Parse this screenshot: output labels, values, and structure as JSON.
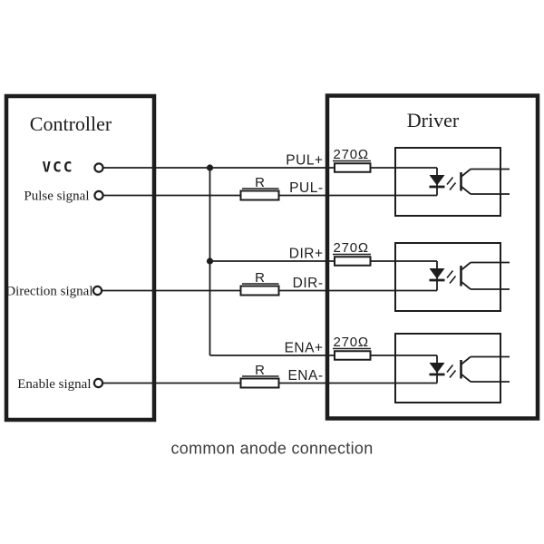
{
  "colors": {
    "ink": "#1d1d1d",
    "caption-ink": "#3c3c3c",
    "paper": "#ffffff"
  },
  "caption": "common anode connection",
  "controller": {
    "title": "Controller",
    "terminals": {
      "vcc": "VCC",
      "pulse": "Pulse signal",
      "direction": "Direction signal",
      "enable": "Enable signal"
    }
  },
  "driver": {
    "title": "Driver",
    "terminals": {
      "pul_plus": "PUL+",
      "pul_minus": "PUL-",
      "dir_plus": "DIR+",
      "dir_minus": "DIR-",
      "ena_plus": "ENA+",
      "ena_minus": "ENA-"
    },
    "input_resistor_value": "270Ω",
    "series_resistor_label": "R"
  }
}
